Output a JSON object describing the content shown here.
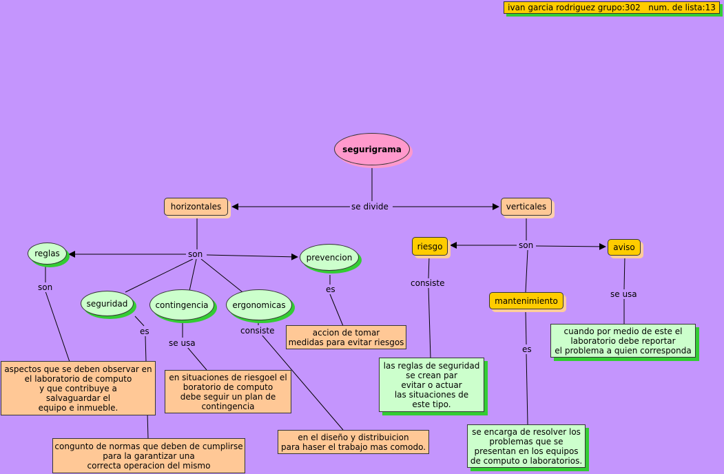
{
  "header": "ivan garcia rodriguez grupo:302   num. de lista:13",
  "nodes": {
    "root": "segurigrama",
    "horizontales": "horizontales",
    "verticales": "verticales",
    "reglas": "reglas",
    "prevencion": "prevencion",
    "seguridad": "seguridad",
    "contingencia": "contingencia",
    "ergonomicas": "ergonomicas",
    "riesgo": "riesgo",
    "aviso": "aviso",
    "mantenimiento": "mantenimiento",
    "accion": "accion de tomar\nmedidas para evitar riesgos",
    "aspectos": "aspectos que se deben observar en\nel laboratorio de computo\ny que contribuye a\nsalvaguardar el\nequipo e inmueble.",
    "situaciones": "en situaciones de riesgoel el\nboratorio de computo\ndebe seguir un plan de\ncontingencia",
    "congunto": "congunto de normas que deben de cumplirse\npara la garantizar una\ncorrecta operacion del mismo",
    "diseno": "en el diseño y distribuicion\npara haser el trabajo mas comodo.",
    "reglas_seg": "las reglas de seguridad\nse crean par\nevitar o actuar\nlas situaciones de\neste tipo.",
    "cuando": "cuando por medio de este el\nlaboratorio debe reportar\nel problema a quien corresponda",
    "encarga": "se encarga de resolver los\nproblemas que se\npresentan en los equipos\nde computo o laboratorios."
  },
  "links": {
    "se_divide": "se divide",
    "son_h": "son",
    "son_v": "son",
    "son_reglas": "son",
    "es_prev": "es",
    "es_seg": "es",
    "se_usa_cont": "se usa",
    "consiste_erg": "consiste",
    "consiste_riesgo": "consiste",
    "es_mant": "es",
    "se_usa_aviso": "se usa"
  }
}
